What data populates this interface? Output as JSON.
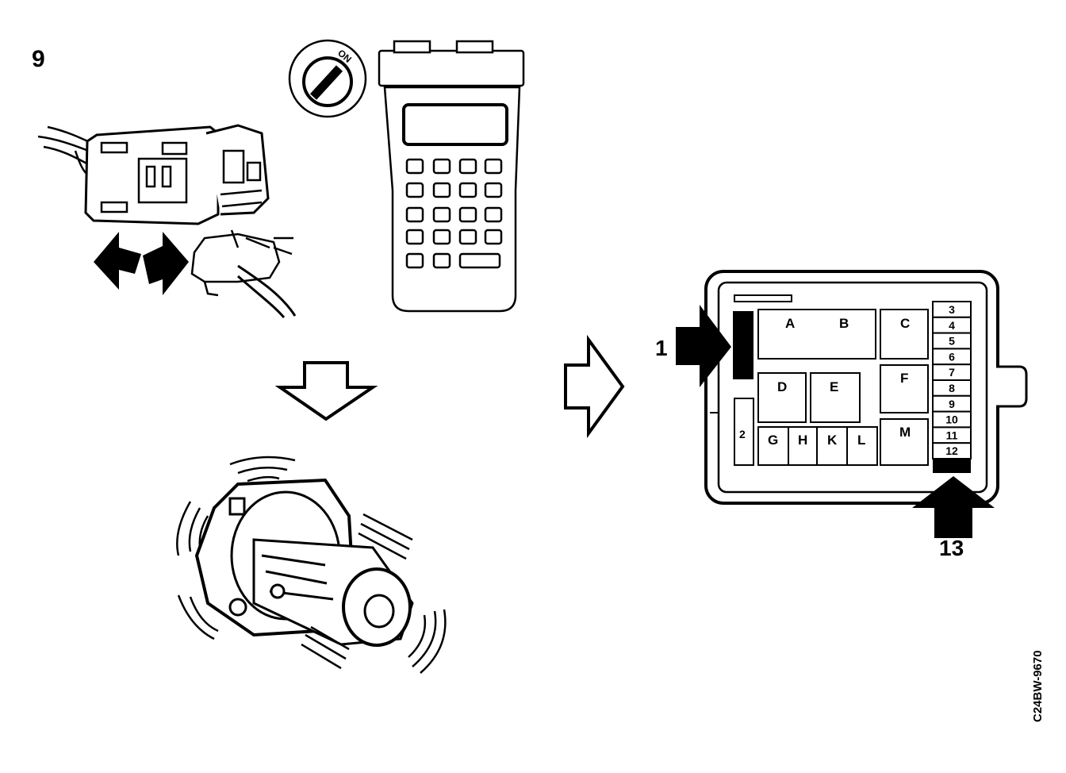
{
  "step_number": "9",
  "ignition_label": "ON",
  "figure_code": "C24BW-9670",
  "panel": {
    "pointer_left": "1",
    "pointer_bottom": "13",
    "cell_2": "2",
    "cells": [
      "A",
      "B",
      "C",
      "D",
      "E",
      "F",
      "G",
      "H",
      "K",
      "L",
      "M"
    ],
    "fuses": [
      "3",
      "4",
      "5",
      "6",
      "7",
      "8",
      "9",
      "10",
      "11",
      "12"
    ]
  }
}
